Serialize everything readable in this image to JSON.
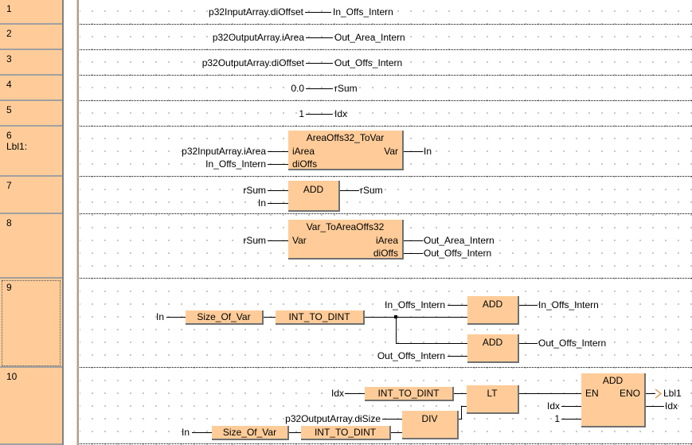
{
  "rows": [
    {
      "num": "1"
    },
    {
      "num": "2"
    },
    {
      "num": "3"
    },
    {
      "num": "4"
    },
    {
      "num": "5"
    },
    {
      "num": "6",
      "label": "Lbl1:"
    },
    {
      "num": "7"
    },
    {
      "num": "8"
    },
    {
      "num": "9"
    },
    {
      "num": "10"
    }
  ],
  "r1": {
    "in": "p32InputArray.diOffset",
    "out": "In_Offs_Intern"
  },
  "r2": {
    "in": "p32OutputArray.iArea",
    "out": "Out_Area_Intern"
  },
  "r3": {
    "in": "p32OutputArray.diOffset",
    "out": "Out_Offs_Intern"
  },
  "r4": {
    "in": "0.0",
    "out": "rSum"
  },
  "r5": {
    "in": "1",
    "out": "Idx"
  },
  "r6": {
    "title": "AreaOffs32_ToVar",
    "pin1": "iArea",
    "pin2": "diOffs",
    "pout": "Var",
    "in1": "p32InputArray.iArea",
    "in2": "In_Offs_Intern",
    "out": "In"
  },
  "r7": {
    "title": "ADD",
    "in1": "rSum",
    "in2": "In",
    "out": "rSum"
  },
  "r8": {
    "title": "Var_ToAreaOffs32",
    "pin": "Var",
    "pout1": "iArea",
    "pout2": "diOffs",
    "in": "rSum",
    "out1": "Out_Area_Intern",
    "out2": "Out_Offs_Intern"
  },
  "r9": {
    "in": "In",
    "f1": "Size_Of_Var",
    "f2": "INT_TO_DINT",
    "add1": "ADD",
    "add2": "ADD",
    "a1in": "In_Offs_Intern",
    "a2in": "Out_Offs_Intern",
    "a1out": "In_Offs_Intern",
    "a2out": "Out_Offs_Intern"
  },
  "r10": {
    "idx": "Idx",
    "f1": "INT_TO_DINT",
    "lt": "LT",
    "div": "DIV",
    "divin": "p32OutputArray.diSize",
    "in": "In",
    "f2": "Size_Of_Var",
    "f3": "INT_TO_DINT",
    "add": "ADD",
    "en": "EN",
    "eno": "ENO",
    "jump": "Lbl1",
    "addin1": "Idx",
    "addin2": "1",
    "addout": "Idx"
  }
}
